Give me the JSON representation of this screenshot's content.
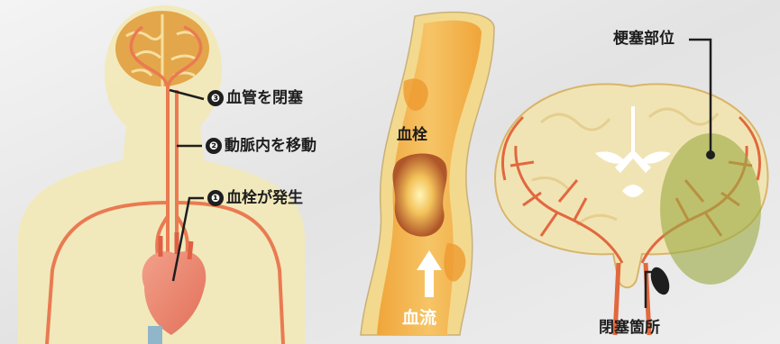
{
  "body_figure": {
    "steps": [
      {
        "num": "❸",
        "text": "血管を閉塞"
      },
      {
        "num": "❷",
        "text": "動脈内を移動"
      },
      {
        "num": "❶",
        "text": "血栓が発生"
      }
    ]
  },
  "vessel": {
    "clot_label": "血栓",
    "flow_label": "血流"
  },
  "brain_section": {
    "infarct_label": "梗塞部位",
    "occlusion_label": "閉塞箇所"
  },
  "colors": {
    "background": "#e9e9e9",
    "silhouette": "#f1e9b8",
    "brain": "#f1e4b4",
    "artery": "#ea7a52",
    "vessel_wall": "#f2d98e",
    "vessel_inner": "#f3ad40",
    "clot": "#b0572a",
    "infarct": "#9cab44"
  }
}
